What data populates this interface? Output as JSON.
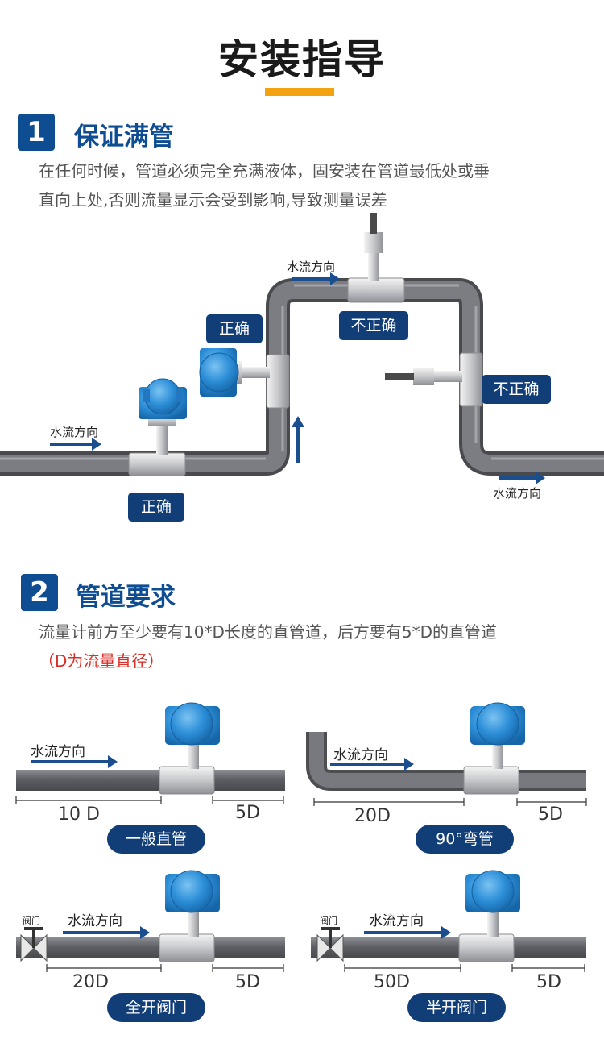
{
  "header": {
    "title": "安装指导"
  },
  "section1": {
    "number": "1",
    "title": "保证满管",
    "desc_line1": "在任何时候，管道必须完全充满液体，固安装在管道最低处或垂",
    "desc_line2": "直向上处,否则流量显示会受到影响,导致测量误差",
    "flow_labels": [
      "水流方向",
      "水流方向",
      "水流方向"
    ],
    "badges": [
      "正确",
      "正确",
      "不正确",
      "不正确"
    ]
  },
  "section2": {
    "number": "2",
    "title": "管道要求",
    "desc_line1": "流量计前方至少要有10*D长度的直管道，后方要有5*D的直管道",
    "desc_line2": "（D为流量直径）",
    "diagrams": [
      {
        "flow_label": "水流方向",
        "upstream": "10 D",
        "downstream": "5D",
        "name": "一般直管"
      },
      {
        "flow_label": "水流方向",
        "upstream": "20D",
        "downstream": "5D",
        "name": "90°弯管"
      },
      {
        "flow_label": "水流方向",
        "upstream": "20D",
        "downstream": "5D",
        "name": "全开阀门",
        "valve": "阀门"
      },
      {
        "flow_label": "水流方向",
        "upstream": "50D",
        "downstream": "5D",
        "name": "半开阀门",
        "valve": "阀门"
      }
    ]
  },
  "colors": {
    "navy": "#123e78",
    "accent_blue": "#0f4d92",
    "orange": "#f2a30f",
    "pipe": "#6d6f74",
    "meter_blue": "#2d8fd8",
    "red": "#d9302a"
  },
  "icons": [
    "flow-arrow-icon",
    "valve-icon",
    "flow-meter-icon"
  ]
}
